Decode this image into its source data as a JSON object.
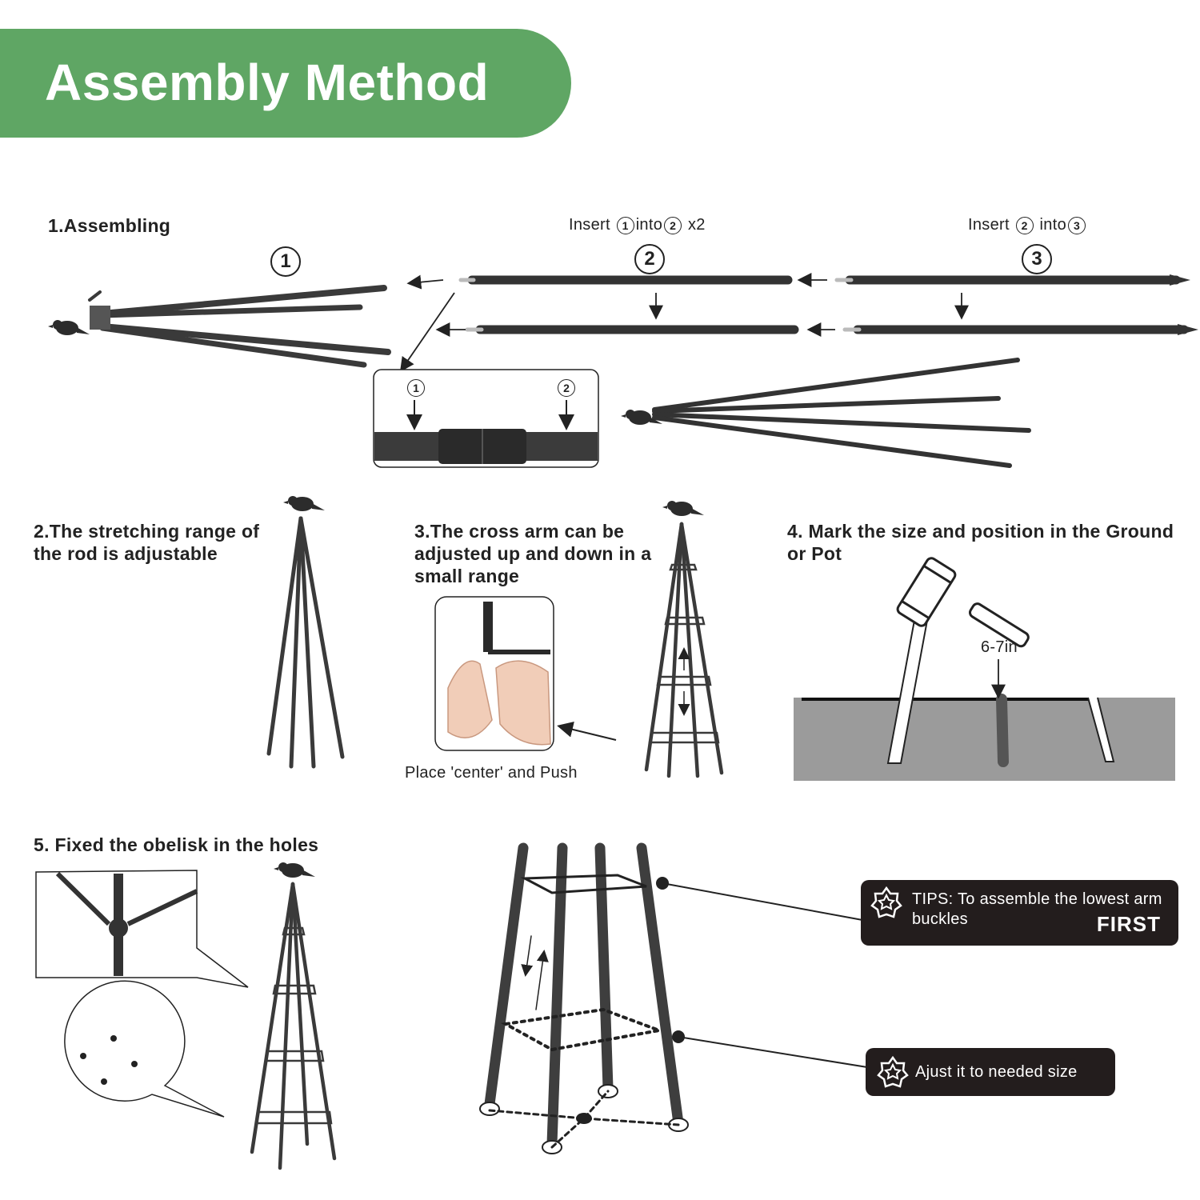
{
  "header": {
    "title": "Assembly Method"
  },
  "steps": {
    "s1": "1.Assembling",
    "s2": "2.The stretching range of the rod is adjustable",
    "s3": "3.The cross arm can be adjusted up and down in a small range",
    "s4": "4. Mark the size and position in the Ground or Pot",
    "s5": "5. Fixed the obelisk in the holes"
  },
  "labels": {
    "insert_a_word": "Insert",
    "insert_a_mid": "into",
    "insert_a_suffix": "x2",
    "insert_b_word": "Insert",
    "insert_b_mid": "into",
    "place_push": "Place 'center' and Push",
    "depth": "6-7in"
  },
  "parts": {
    "p1": "1",
    "p2": "2",
    "p3": "3"
  },
  "tips": {
    "tip1_text": "TIPS: To assemble the lowest arm buckles",
    "tip1_emphasis": "FIRST",
    "tip2_text": "Ajust it to needed size"
  },
  "colors": {
    "banner": "#5fa664",
    "rod": "#333333",
    "tip_bg": "#231d1d",
    "ground": "#9b9b9b"
  },
  "icons": [
    "bird-finial-icon",
    "star-badge-icon",
    "hammer-icon",
    "hands-icon"
  ]
}
